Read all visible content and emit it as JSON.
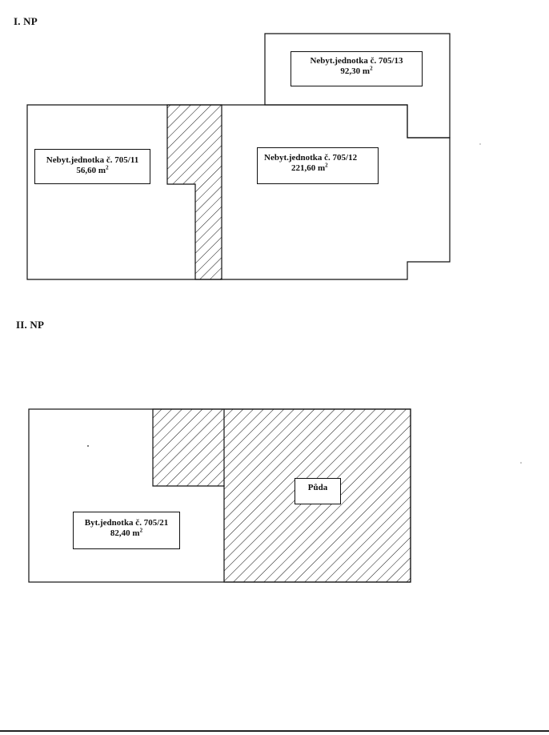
{
  "floors": [
    {
      "title": "I. NP",
      "units": [
        {
          "name": "Nebyt.jednotka č. 705/11",
          "area_number": "56,60 m",
          "area_exp": "2"
        },
        {
          "name": "Nebyt.jednotka č. 705/12",
          "area_number": "221,60 m",
          "area_exp": "2"
        },
        {
          "name": "Nebyt.jednotka č. 705/13",
          "area_number": "92,30 m",
          "area_exp": "2"
        }
      ]
    },
    {
      "title": "II. NP",
      "units": [
        {
          "name": "Byt.jednotka č. 705/21",
          "area_number": "82,40 m",
          "area_exp": "2"
        },
        {
          "name": "Půda"
        }
      ]
    }
  ],
  "colors": {
    "ink": "#111111",
    "background": "#ffffff"
  }
}
